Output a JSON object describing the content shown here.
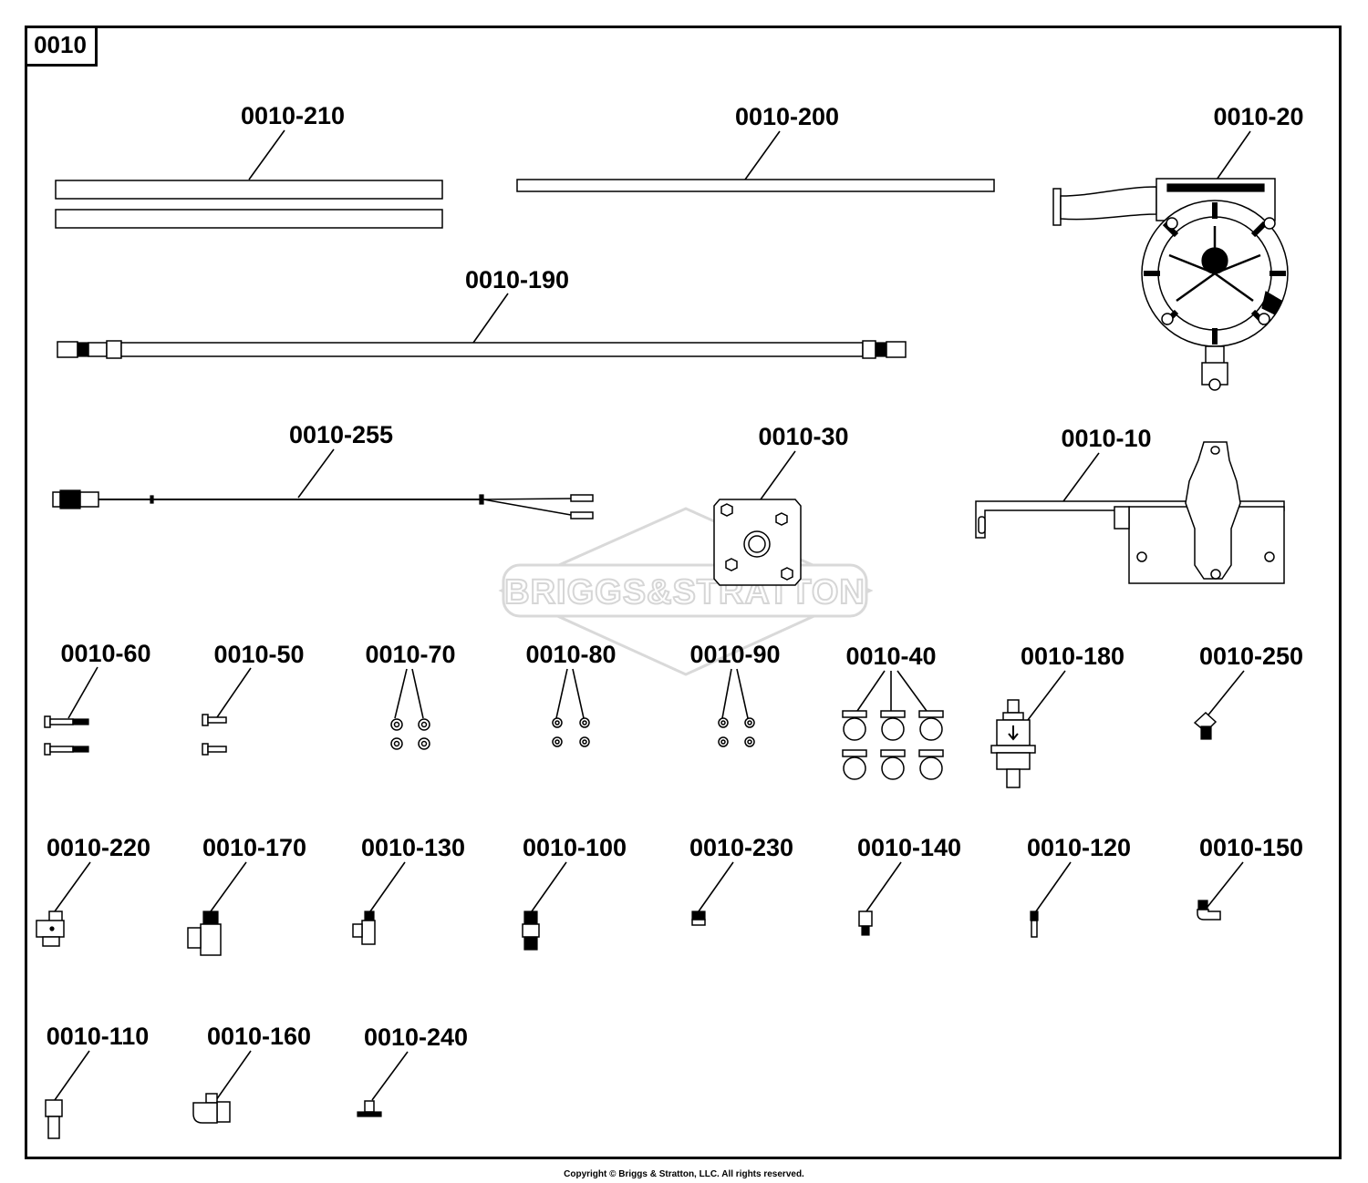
{
  "section_id": "0010",
  "watermark": "BRIGGS&STRATTON",
  "copyright": "Copyright © Briggs & Stratton, LLC. All rights reserved.",
  "parts": {
    "p210": "0010-210",
    "p200": "0010-200",
    "p20": "0010-20",
    "p190": "0010-190",
    "p255": "0010-255",
    "p30": "0010-30",
    "p10": "0010-10",
    "p60": "0010-60",
    "p50": "0010-50",
    "p70": "0010-70",
    "p80": "0010-80",
    "p90": "0010-90",
    "p40": "0010-40",
    "p180": "0010-180",
    "p250": "0010-250",
    "p220": "0010-220",
    "p170": "0010-170",
    "p130": "0010-130",
    "p100": "0010-100",
    "p230": "0010-230",
    "p140": "0010-140",
    "p120": "0010-120",
    "p150": "0010-150",
    "p110": "0010-110",
    "p160": "0010-160",
    "p240": "0010-240"
  }
}
